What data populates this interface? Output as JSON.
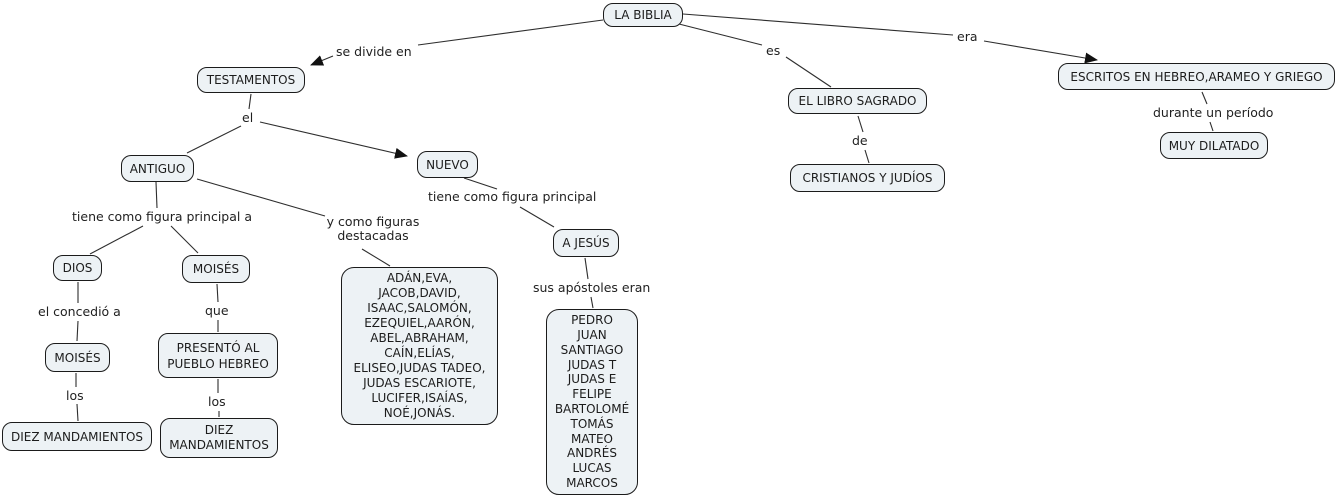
{
  "canvas": {
    "background": "#ffffff",
    "node_fill": "#edf2f5",
    "node_border": "#1b1b1b",
    "line_color": "#2e2e2e",
    "text_color": "#1c1c1c"
  },
  "nodes": {
    "la_biblia": "LA BIBLIA",
    "testamentos": "TESTAMENTOS",
    "antiguo": "ANTIGUO",
    "nuevo": "NUEVO",
    "dios": "DIOS",
    "moises_principal": "MOISÉS",
    "moises_concedido": "MOISÉS",
    "presento": "PRESENTÓ AL\nPUEBLO HEBREO",
    "diez_mandamientos_1": "DIEZ MANDAMIENTOS",
    "diez_mandamientos_2": "DIEZ\nMANDAMIENTOS",
    "figuras_destacadas": "ADÁN,EVA,\nJACOB,DAVID,\nISAAC,SALOMÓN,\nEZEQUIEL,AARÓN,\nABEL,ABRAHAM,\nCAÍN,ELÍAS,\nELISEO,JUDAS TADEO,\nJUDAS ESCARIOTE,\nLUCIFER,ISAÍAS,\nNOÉ,JONÁS.",
    "a_jesus": "A JESÚS",
    "apostoles": "PEDRO\nJUAN\nSANTIAGO\nJUDAS T\nJUDAS E\nFELIPE\nBARTOLOMÉ\nTOMÁS\nMATEO\nANDRÉS\nLUCAS\nMARCOS",
    "libro_sagrado": "EL LIBRO SAGRADO",
    "cristianos_judios": "CRISTIANOS Y JUDÍOS",
    "escritos": "ESCRITOS EN HEBREO,ARAMEO Y GRIEGO",
    "muy_dilatado": "MUY DILATADO"
  },
  "links": {
    "se_divide_en": "se divide en",
    "el": "el",
    "tiene_figura_principal_a": "tiene como figura principal a",
    "y_como_figuras": "y como figuras\ndestacadas",
    "tiene_figura_principal": "tiene como figura principal",
    "sus_apostoles_eran": "sus apóstoles eran",
    "el_concedio_a": "el concedió a",
    "que": "que",
    "los_1": "los",
    "los_2": "los",
    "es": "es",
    "de": "de",
    "era": "era",
    "durante_un_periodo": "durante un período"
  }
}
